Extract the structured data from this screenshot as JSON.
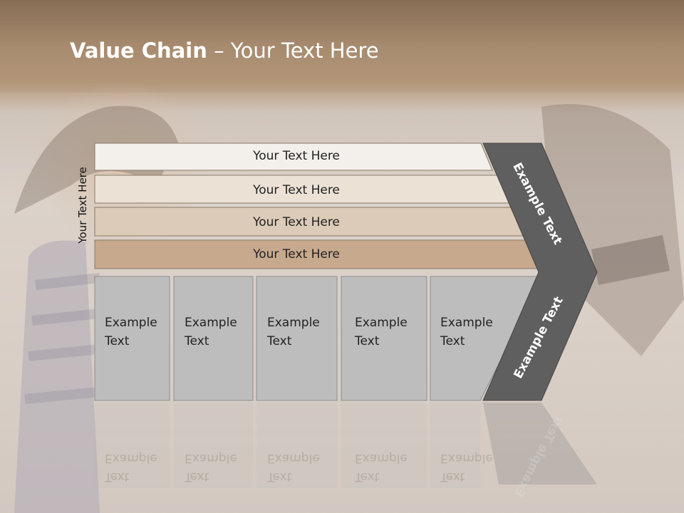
{
  "title": {
    "bold": "Value Chain",
    "rest": " – Your Text Here"
  },
  "side_label": "Your Text Here",
  "bars": [
    {
      "label": "Your Text Here",
      "color": "#f3efea"
    },
    {
      "label": "Your Text Here",
      "color": "#ebe1d5"
    },
    {
      "label": "Your Text Here",
      "color": "#dccbb8"
    },
    {
      "label": "Your Text Here",
      "color": "#c7a98d"
    }
  ],
  "boxes": [
    {
      "line1": "Example",
      "line2": "Text"
    },
    {
      "line1": "Example",
      "line2": "Text"
    },
    {
      "line1": "Example",
      "line2": "Text"
    },
    {
      "line1": "Example",
      "line2": "Text"
    },
    {
      "line1": "Example",
      "line2": "Text"
    }
  ],
  "chevron": {
    "top_text": "Example Text",
    "bottom_text": "Example Text",
    "color": "#5f5f5f"
  },
  "colors": {
    "box_fill": "#bdbdbd",
    "box_border": "#8e8e8e"
  }
}
